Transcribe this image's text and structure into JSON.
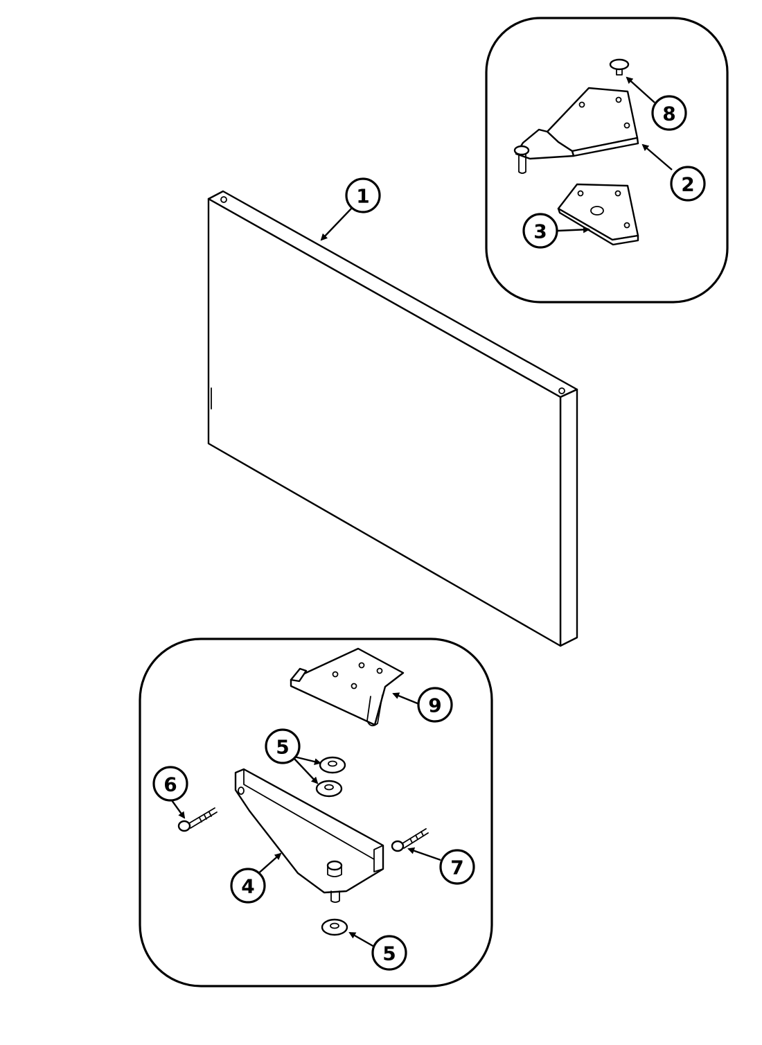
{
  "callouts": {
    "door": "1",
    "top_hinge": "2",
    "hinge_shim": "3",
    "bottom_hinge_bracket": "4",
    "washer_upper": "5",
    "washer_lower": "5",
    "hinge_screw": "6",
    "bracket_screw": "7",
    "hinge_cap": "8",
    "center_hinge": "9"
  }
}
